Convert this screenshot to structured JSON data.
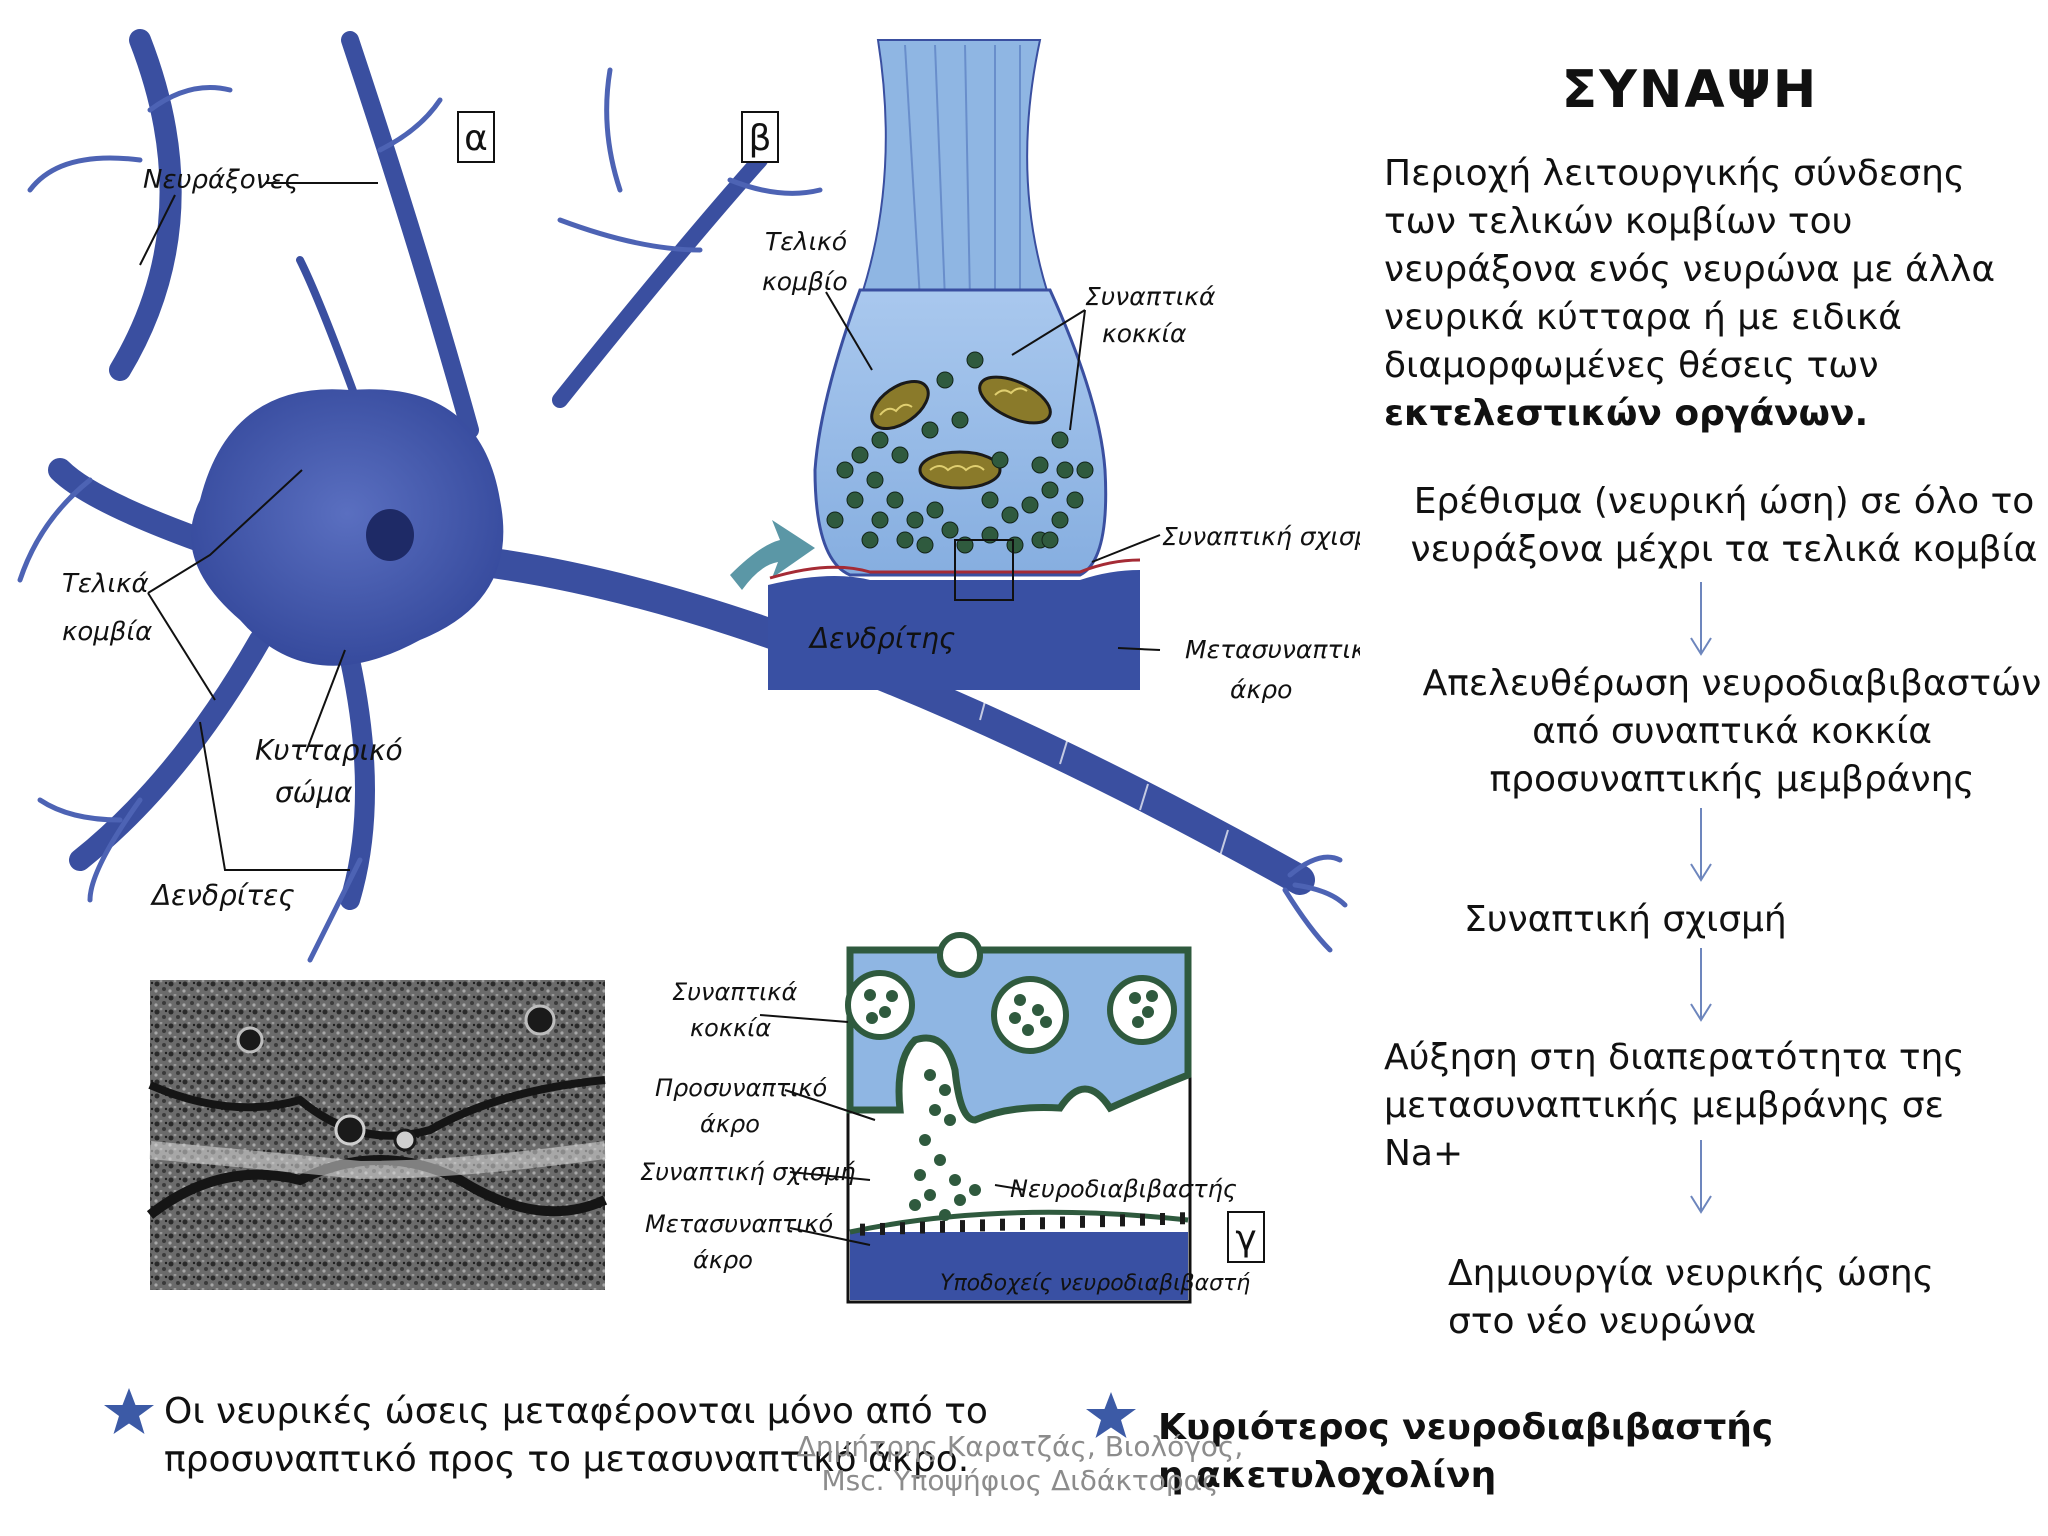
{
  "slide": {
    "title": "ΣΥΝΑΨΗ",
    "definition_text": "Περιοχή λειτουργικής σύνδεσης των τελικών κομβίων του νευράξονα ενός νευρώνα με άλλα νευρικά κύτταρα ή με ειδικά διαμορφωμένες θέσεις των ",
    "definition_bold": "εκτελεστικών οργάνων.",
    "steps": [
      "Ερέθισμα (νευρική ώση) σε όλο το νευράξονα μέχρι τα τελικά κομβία",
      "Απελευθέρωση νευροδιαβιβαστών από συναπτικά κοκκία προσυναπτικής μεμβράνης",
      "Συναπτική σχισμή",
      "Αύξηση στη διαπερατότητα της μετασυναπτικής μεμβράνης σε Na+",
      "Δημιουργία νευρικής ώσης στο νέο νευρώνα"
    ],
    "note_left": "Οι νευρικές ώσεις μεταφέρονται μόνο από το προσυναπτικό προς το μετασυναπτικό άκρο.",
    "note_right": "Κυριότερος νευροδιαβιβαστής η ακετυλοχολίνη",
    "watermark": "Δημήτρης Καρατζάς, Βιολόγος, Msc. Υποψήφιος Διδάκτορας",
    "bullet_icon": "star-icon"
  },
  "figure": {
    "panel_a": "α",
    "panel_b": "β",
    "panel_c": "γ",
    "labels_a": {
      "axons": "Νευράξονες",
      "terminals_1": "Τελικά",
      "terminals_2": "κομβία",
      "cell_body_1": "Κυτταρικό",
      "cell_body_2": "σώμα",
      "dendrites": "Δενδρίτες"
    },
    "labels_b": {
      "terminal_1": "Τελικό",
      "terminal_2": "κομβίο",
      "vesicles_1": "Συναπτικά",
      "vesicles_2": "κοκκία",
      "cleft": "Συναπτική σχισμή",
      "dendrite": "Δενδρίτης",
      "post_1": "Μετασυναπτικό",
      "post_2": "άκρο"
    },
    "labels_c": {
      "vesicles_1": "Συναπτικά",
      "vesicles_2": "κοκκία",
      "pre_1": "Προσυναπτικό",
      "pre_2": "άκρο",
      "cleft": "Συναπτική σχισμή",
      "post_1": "Μετασυναπτικό",
      "post_2": "άκρο",
      "transmitter": "Νευροδιαβιβαστής",
      "receptors": "Υποδοχείς νευροδιαβιβαστή"
    }
  },
  "colors": {
    "neuron_blue": "#3a4fa0",
    "light_blue": "#8fb6e3",
    "dark_blue": "#27407f",
    "vesicle_green": "#2f5a3e",
    "star_blue": "#3c5aa6",
    "watermark_gray": "#8c8c8c"
  }
}
